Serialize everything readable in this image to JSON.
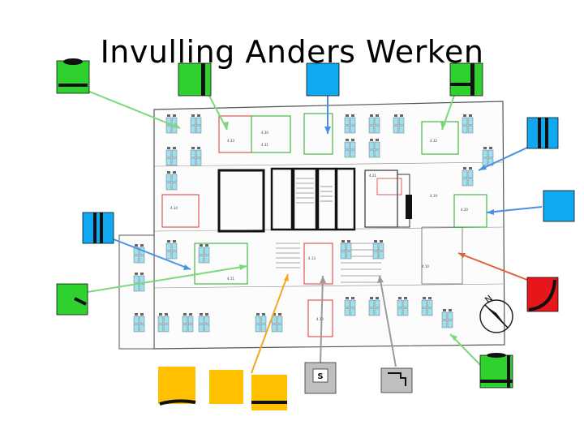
{
  "slide": {
    "title": "Invulling Anders Werken"
  },
  "palette": {
    "green": "#2fd12f",
    "blue": "#10a8f0",
    "orange": "#ffc000",
    "red": "#e8151b",
    "grey": "#bfbfbf",
    "arrow_green": "#7ad97a",
    "arrow_blue": "#4a90e2",
    "arrow_orange": "#f5a623",
    "arrow_red": "#e0603a",
    "arrow_grey": "#9a9a9a",
    "desk": "#9fe0f0",
    "wall": "#222222"
  },
  "room_labels": {
    "r1": "4.33",
    "r2": "4.30",
    "r3": "4.31",
    "r4": "4.32",
    "r5": "4.34",
    "r6": "4.11",
    "r7": "4.13",
    "r8": "4.12",
    "r9": "4.21",
    "r10": "4.10",
    "r11": "4.19",
    "r12": "4.20"
  },
  "legend": {
    "silent_room_letter": "S"
  },
  "compass": {
    "north_letter": "N"
  }
}
